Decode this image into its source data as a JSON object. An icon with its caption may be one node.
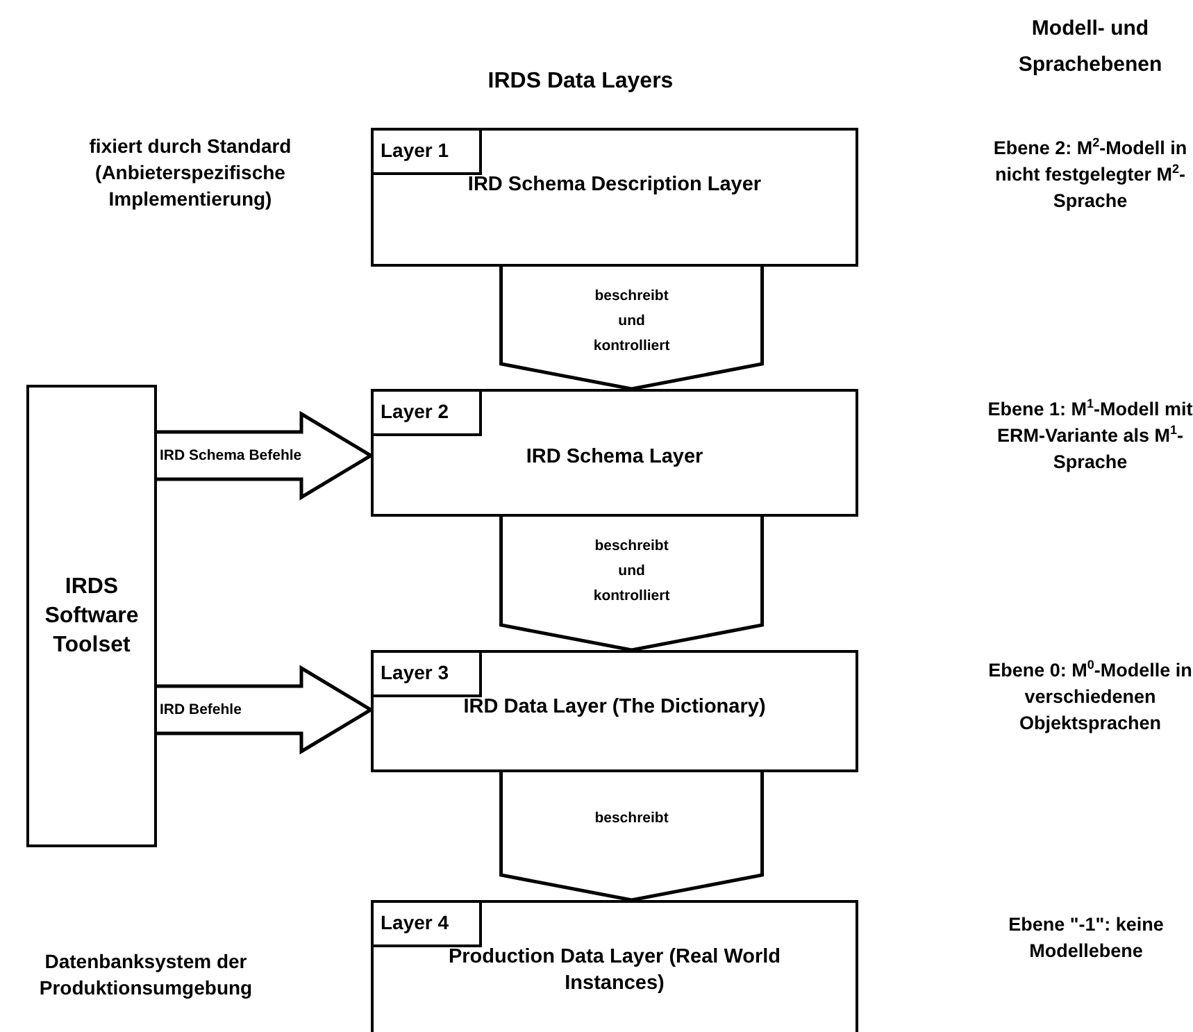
{
  "diagram": {
    "title": "IRDS Data Layers",
    "nodes": [
      {
        "text": [
          "IRD Schema Description Layer"
        ]
      },
      {
        "text": [
          "Layer 1"
        ],
        "in": 0
      },
      {
        "text": [
          "IRD Schema Layer"
        ]
      },
      {
        "text": [
          "Layer 2"
        ],
        "in": 2
      },
      {
        "text": [
          "IRD Data Layer (The Dictionary)"
        ]
      },
      {
        "text": [
          "Layer 3"
        ],
        "in": 4
      },
      {
        "text": [
          "Production Data Layer (Real World Instances)"
        ]
      },
      {
        "text": [
          "Layer 4"
        ],
        "in": 6
      },
      {
        "text": [
          "IRDS Software Toolset"
        ]
      }
    ],
    "edges": [
      {
        "from": 0,
        "to": 2,
        "arrow": "to",
        "label": "beschreibt und kontrolliert"
      },
      {
        "from": 2,
        "to": 4,
        "arrow": "to",
        "label": "beschreibt und kontrolliert"
      },
      {
        "from": 4,
        "to": 6,
        "arrow": "to",
        "label": "beschreibt"
      },
      {
        "from": 8,
        "to": 2,
        "arrow": "to",
        "label": "IRD Schema Befehle"
      },
      {
        "from": 8,
        "to": 4,
        "arrow": "to",
        "label": "IRD Befehle"
      }
    ],
    "labels": [
      "Modell- und Sprachebenen",
      "fixiert durch Standard (Anbieterspezifische Implementierung)",
      "Ebene 2: M$^{2}$-Modell in nicht festgelegter M$^{2}$-Sprache",
      "Ebene 1: M$^{1}$-Modell mit ERM-Variante als M$^{1}$-Sprache",
      "Ebene 0: M$^{0}$-Modelle in verschiedenen Objektsprachen",
      "Datenbanksystem der Produktionsumgebung",
      "Ebene \"-1\": keine Modellebene"
    ]
  }
}
